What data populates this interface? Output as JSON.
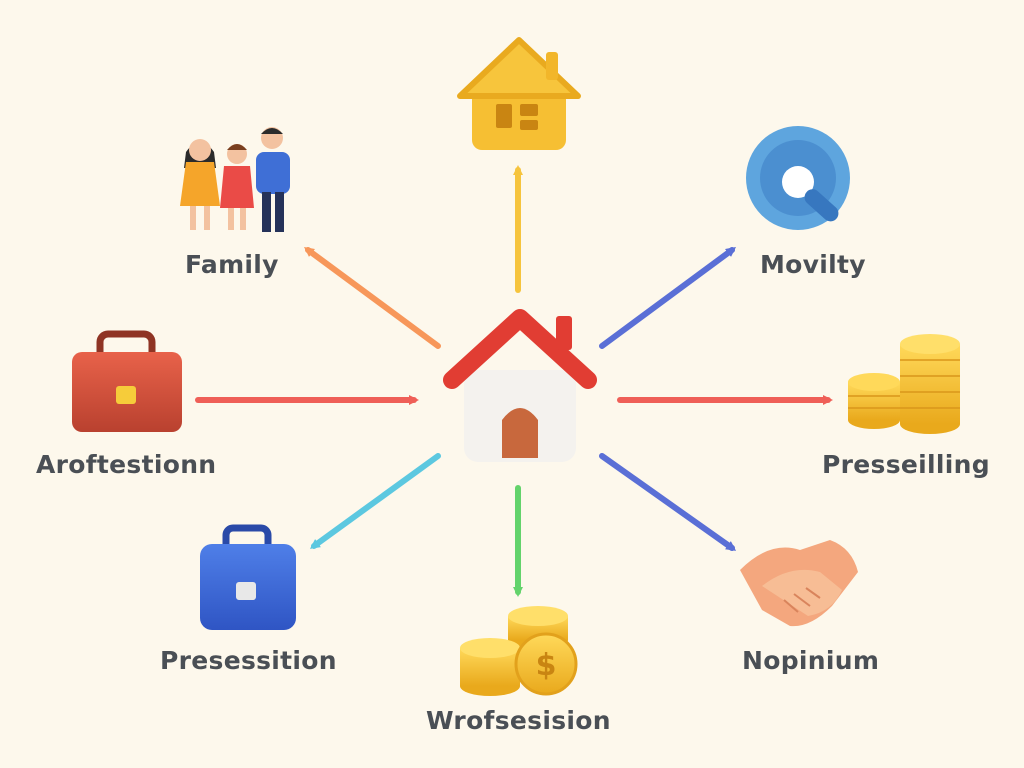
{
  "nodes": {
    "family": {
      "label": "Family",
      "icon": "family-icon"
    },
    "home": {
      "icon": "house-icon"
    },
    "mobility": {
      "label": "Movilty",
      "icon": "magnifier-icon"
    },
    "profession": {
      "label": "Aroftestionn",
      "icon": "briefcase-icon"
    },
    "preselling": {
      "label": "Presseilling",
      "icon": "coin-stack-icon"
    },
    "presession": {
      "label": "Presessition",
      "icon": "briefcase-icon"
    },
    "drofsesision": {
      "label": "Wrofsesision",
      "icon": "coins-icon"
    },
    "nopinium": {
      "label": "Nopinium",
      "icon": "handshake-icon"
    },
    "center": {
      "icon": "center-house-icon"
    }
  },
  "colors": {
    "background": "#fdf8ec",
    "arrow_family": "#f7975a",
    "arrow_home": "#f6c43d",
    "arrow_mobility": "#5a6fd6",
    "arrow_profession": "#ef5f57",
    "arrow_preselling": "#ef5f57",
    "arrow_presession": "#5cc8e0",
    "arrow_drofsesision": "#63d36b",
    "arrow_nopinium": "#5a6fd6",
    "label": "#4a4f55"
  }
}
